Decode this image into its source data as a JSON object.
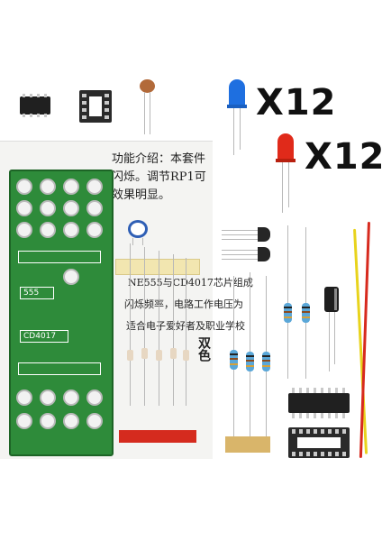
{
  "blue_led_quantity": "X12",
  "red_led_quantity": "X12",
  "colors": {
    "blue_led": "#1e6fe0",
    "red_led": "#e02a1a",
    "pcb_green": "#2e8b3a",
    "yellow_wire": "#e8d31c",
    "red_wire": "#d72a1e"
  },
  "manual_text": {
    "line1": "功能介绍：本套件",
    "line2": "闪烁。调节RP1可",
    "line3": "效果明显。",
    "line4": "NE555与CD4017芯片组成",
    "line5": "闪烁频率，电路工作电压为",
    "line6": "适合电子爱好者及职业学校",
    "title": "双色"
  },
  "pcb": {
    "ic1_label": "555",
    "ic2_label": "CD4017"
  }
}
